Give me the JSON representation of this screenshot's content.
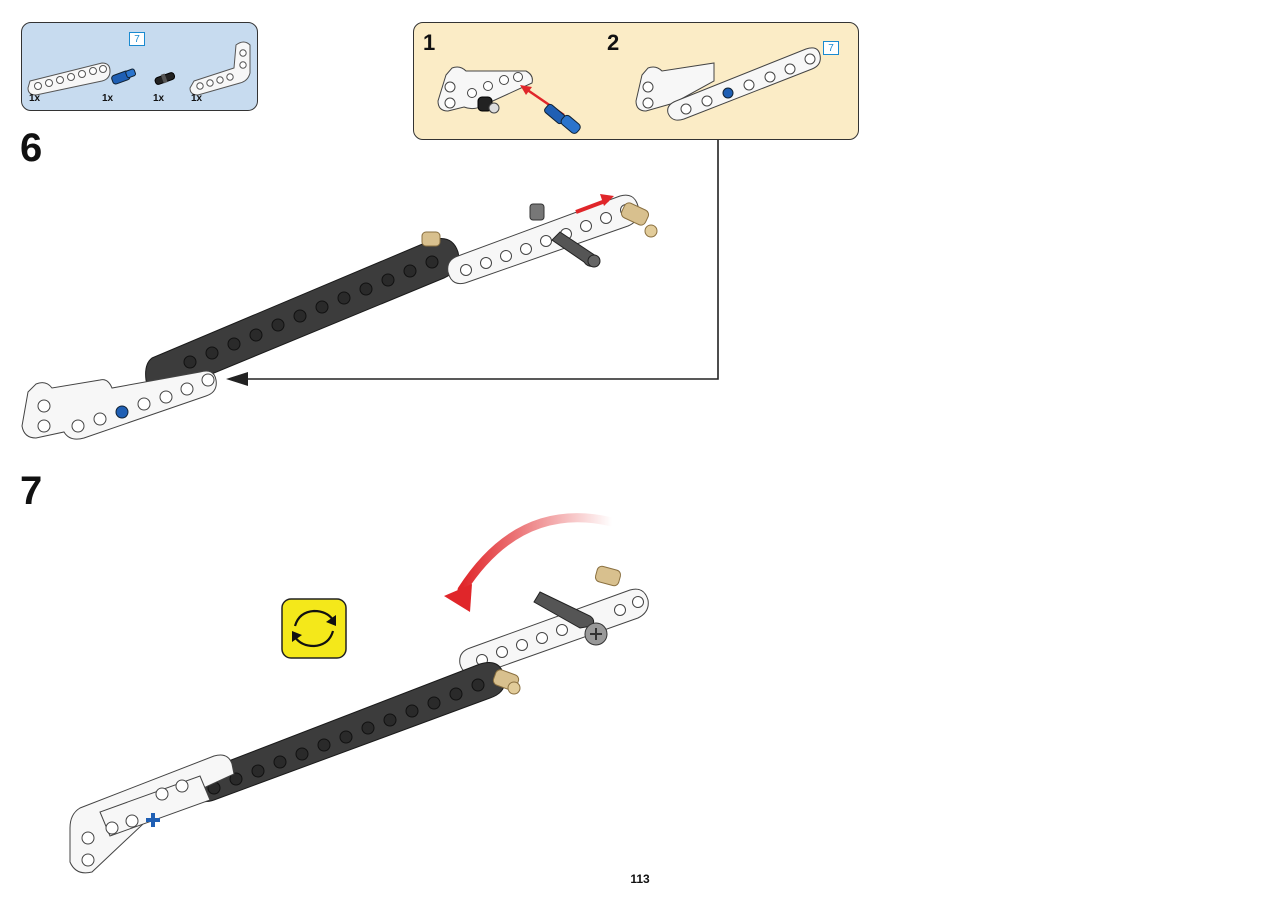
{
  "parts_list": {
    "items": [
      {
        "icon": "white-liftarm-7-icon",
        "qty": "1x",
        "length": "7"
      },
      {
        "icon": "blue-axle-pin-icon",
        "qty": "1x"
      },
      {
        "icon": "black-friction-pin-icon",
        "qty": "1x"
      },
      {
        "icon": "white-bent-liftarm-icon",
        "qty": "1x"
      }
    ]
  },
  "step6": {
    "number": "6",
    "substeps": [
      {
        "number": "1"
      },
      {
        "number": "2",
        "length": "7"
      }
    ]
  },
  "step7": {
    "number": "7",
    "rotate_icon": "rotate-model-icon"
  },
  "colors": {
    "parts_bg": "#c7dbef",
    "substep_bg": "#fbecc6",
    "dark_beam": "#3c3c3c",
    "white_beam": "#f7f7f7",
    "tan_pin": "#d8c08e",
    "blue_pin": "#1f5fb4",
    "red_arrow": "#e0262a",
    "rotate_yellow": "#f4e81a"
  },
  "page_number": "113"
}
